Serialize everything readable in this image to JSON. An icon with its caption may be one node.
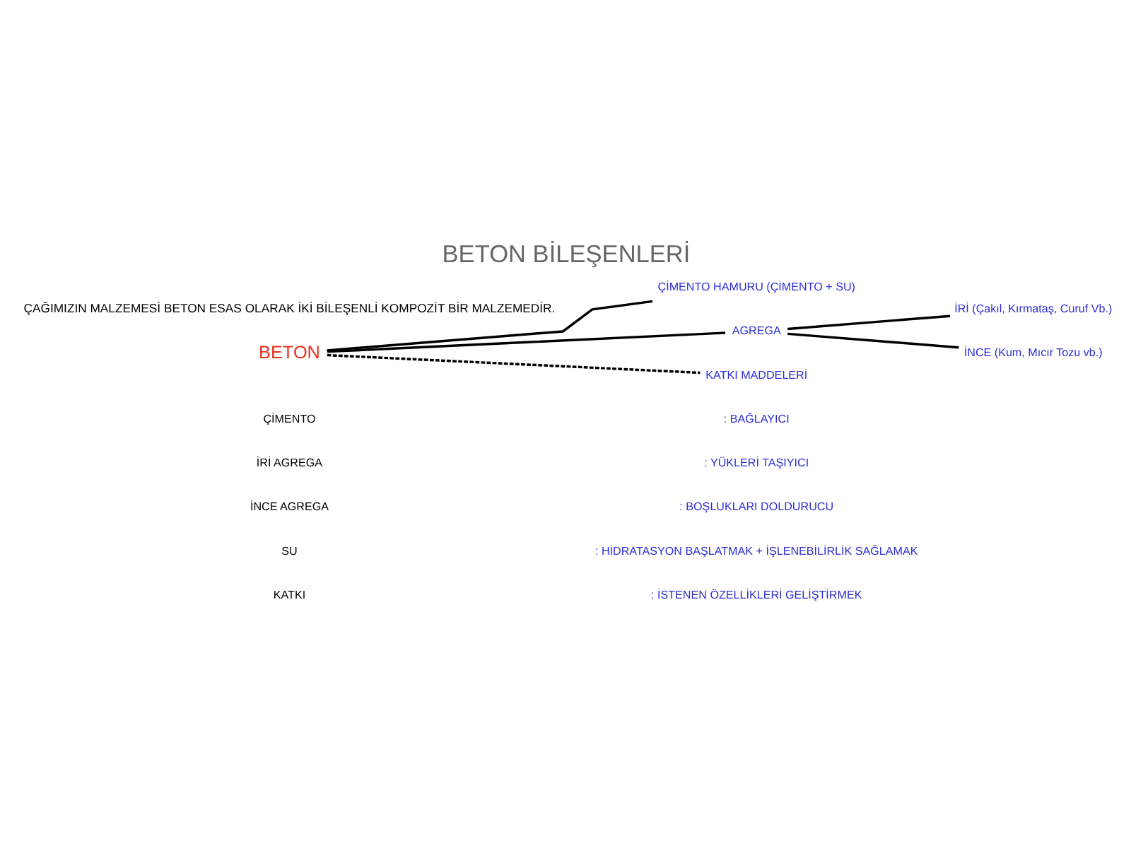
{
  "diagram": {
    "title": "BETON BİLEŞENLERİ",
    "nodes": [
      {
        "text": [
          "BETON"
        ]
      },
      {
        "text": [
          "ÇİMENTO HAMURU (ÇİMENTO + SU)"
        ]
      },
      {
        "text": [
          "AGREGA"
        ]
      },
      {
        "text": [
          "İRİ (Çakıl, Kırmataş, Curuf Vb.)"
        ]
      },
      {
        "text": [
          "İNCE (Kum, Mıcır Tozu vb.)"
        ]
      },
      {
        "text": [
          "KATKI MADDELERİ"
        ]
      }
    ],
    "edges": [
      {
        "from": 0,
        "to": 1,
        "arrow": "none"
      },
      {
        "from": 0,
        "to": 2,
        "arrow": "none"
      },
      {
        "from": 2,
        "to": 3,
        "arrow": "none"
      },
      {
        "from": 2,
        "to": 4,
        "arrow": "none"
      },
      {
        "from": 0,
        "to": 5,
        "arrow": "none",
        "style": "dashed"
      }
    ],
    "labels": [
      "ÇAĞIMIZIN MALZEMESİ BETON ESAS OLARAK İKİ BİLEŞENLİ KOMPOZİT BİR MALZEMEDİR.",
      "ÇİMENTO",
      ": BAĞLAYICI",
      "İRİ AGREGA",
      ": YÜKLERİ TAŞIYICI",
      "İNCE AGREGA",
      ": BOŞLUKLARI DOLDURUCU",
      "SU",
      ": HİDRATASYON BAŞLATMAK + İŞLENEBİLİRLİK SAĞLAMAK",
      "KATKI",
      ": İSTENEN ÖZELLİKLERİ GELİŞTİRMEK"
    ]
  }
}
